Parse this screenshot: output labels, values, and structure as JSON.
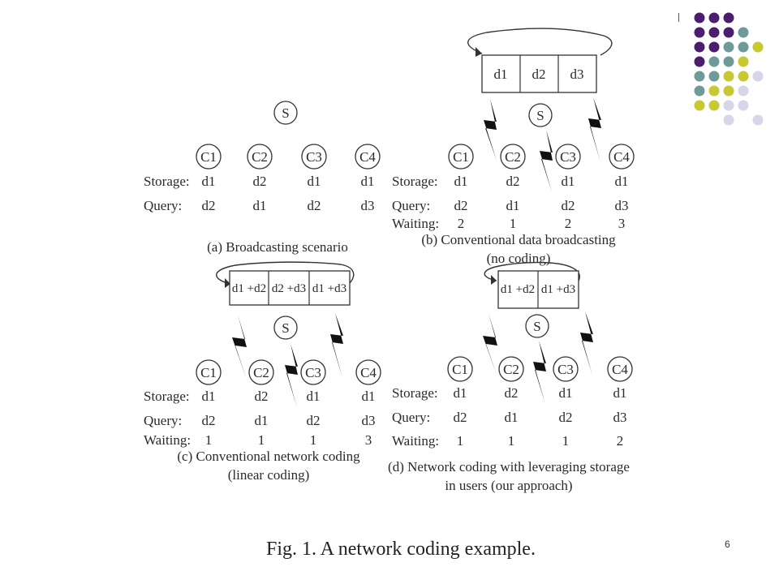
{
  "slide": {
    "page_number": "6",
    "figure_caption": "Fig. 1.   A network coding example."
  },
  "decor": {
    "dot_colors": [
      "#4b1d6e",
      "#6f9a9a",
      "#c8c832",
      "#d6d6e8"
    ]
  },
  "diagram": {
    "source": "S",
    "clients": [
      "C1",
      "C2",
      "C3",
      "C4"
    ],
    "row_labels": {
      "storage": "Storage:",
      "query": "Query:",
      "waiting": "Waiting:"
    },
    "storage": [
      "d1",
      "d2",
      "d1",
      "d1"
    ],
    "query": [
      "d2",
      "d1",
      "d2",
      "d3"
    ],
    "panels": {
      "a": {
        "caption": [
          "(a) Broadcasting scenario"
        ]
      },
      "b": {
        "caption": [
          "(b) Conventional data broadcasting",
          "(no coding)"
        ],
        "schedule": [
          "d1",
          "d2",
          "d3"
        ],
        "waiting": [
          "2",
          "1",
          "2",
          "3"
        ]
      },
      "c": {
        "caption": [
          "(c) Conventional network coding",
          "(linear coding)"
        ],
        "schedule": [
          "d1 +d2",
          "d2 +d3",
          "d1 +d3"
        ],
        "waiting": [
          "1",
          "1",
          "1",
          "3"
        ]
      },
      "d": {
        "caption": [
          "(d) Network coding with leveraging storage",
          "in users (our approach)"
        ],
        "schedule": [
          "d1 +d2",
          "d1 +d3"
        ],
        "waiting": [
          "1",
          "1",
          "1",
          "2"
        ]
      }
    }
  }
}
